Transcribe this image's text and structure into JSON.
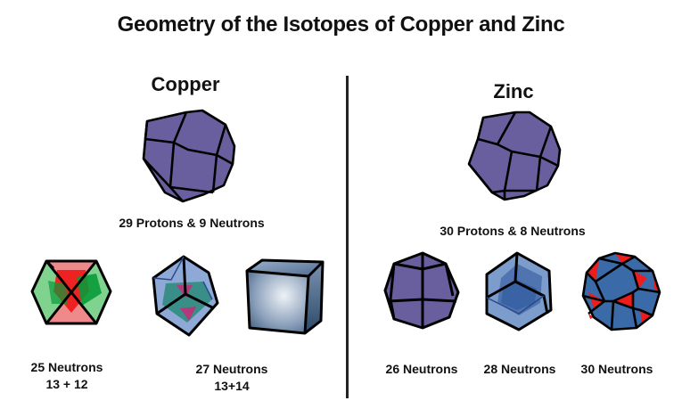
{
  "title": "Geometry of the Isotopes of Copper and Zinc",
  "copper": {
    "heading": "Copper",
    "main_label": "29 Protons & 9 Neutrons",
    "main_shape": "purple-dodecahedron",
    "isotopes": [
      {
        "line1": "25 Neutrons",
        "line2": "13 + 12",
        "shapes": [
          "green-red-nested-rhombic-polyhedron"
        ]
      },
      {
        "line1": "27 Neutrons",
        "line2": "13+14",
        "shapes": [
          "blue-transparent-rhombic-dodecahedron",
          "steel-blue-cube"
        ]
      }
    ]
  },
  "zinc": {
    "heading": "Zinc",
    "main_label": "30 Protons & 8 Neutrons",
    "main_shape": "purple-dodecahedron",
    "isotopes": [
      {
        "line1": "26 Neutrons",
        "shapes": [
          "purple-octagonal-polyhedron"
        ]
      },
      {
        "line1": "28 Neutrons",
        "shapes": [
          "blue-nested-rhombic-dodecahedron"
        ]
      },
      {
        "line1": "30 Neutrons",
        "shapes": [
          "blue-red-icosidodecahedron"
        ]
      }
    ]
  },
  "colors": {
    "purple": "#6a5f9e",
    "green": "#5fc47a",
    "dark_green": "#0a9a3a",
    "red": "#ee1c1c",
    "pink": "#f08a8a",
    "blue": "#3b6aa8",
    "light_blue": "#7c9ccc",
    "edge": "#000000"
  }
}
